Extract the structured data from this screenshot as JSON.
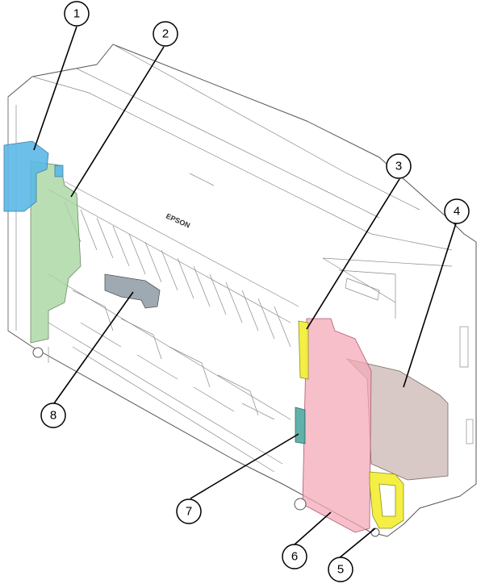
{
  "diagram": {
    "brand_label": "EPSON",
    "callouts": [
      {
        "id": "1",
        "label": "1"
      },
      {
        "id": "2",
        "label": "2"
      },
      {
        "id": "3",
        "label": "3"
      },
      {
        "id": "4",
        "label": "4"
      },
      {
        "id": "5",
        "label": "5"
      },
      {
        "id": "6",
        "label": "6"
      },
      {
        "id": "7",
        "label": "7"
      },
      {
        "id": "8",
        "label": "8"
      }
    ],
    "colors": {
      "blue_part": "#5cb8e6",
      "green_part": "#a9d6a0",
      "yellow_part": "#f2ee3a",
      "pink_part": "#f3a9b8",
      "taupe_part": "#c8b2ae",
      "gray_part": "#8e9aa3",
      "teal_part": "#4fa8a0"
    }
  }
}
